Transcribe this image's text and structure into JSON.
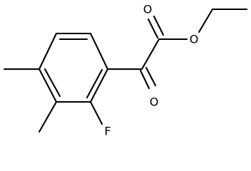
{
  "molecule": {
    "atoms": {
      "fluorine": "F",
      "ketone_oxygen": "O",
      "carbonyl_oxygen": "O",
      "ester_oxygen": "O"
    }
  }
}
